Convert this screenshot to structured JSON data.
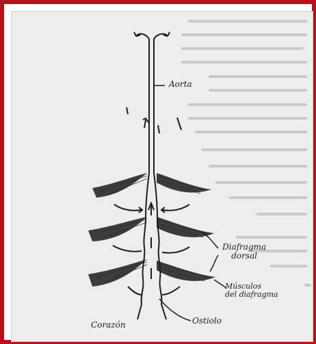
{
  "figure": {
    "labels": {
      "aorta": "Aorta",
      "diaphragm_dorsal": [
        "Diafragma",
        "dorsal"
      ],
      "diaphragm_muscles": [
        "Músculos",
        "del diafragma"
      ],
      "ostiole": "Ostiolo",
      "heart": "Corazón"
    },
    "colors": {
      "frame": "#b3141a",
      "paper": "#ededeb",
      "ink": "#1c1c1c",
      "faded_text": "#c9c9c6"
    }
  }
}
